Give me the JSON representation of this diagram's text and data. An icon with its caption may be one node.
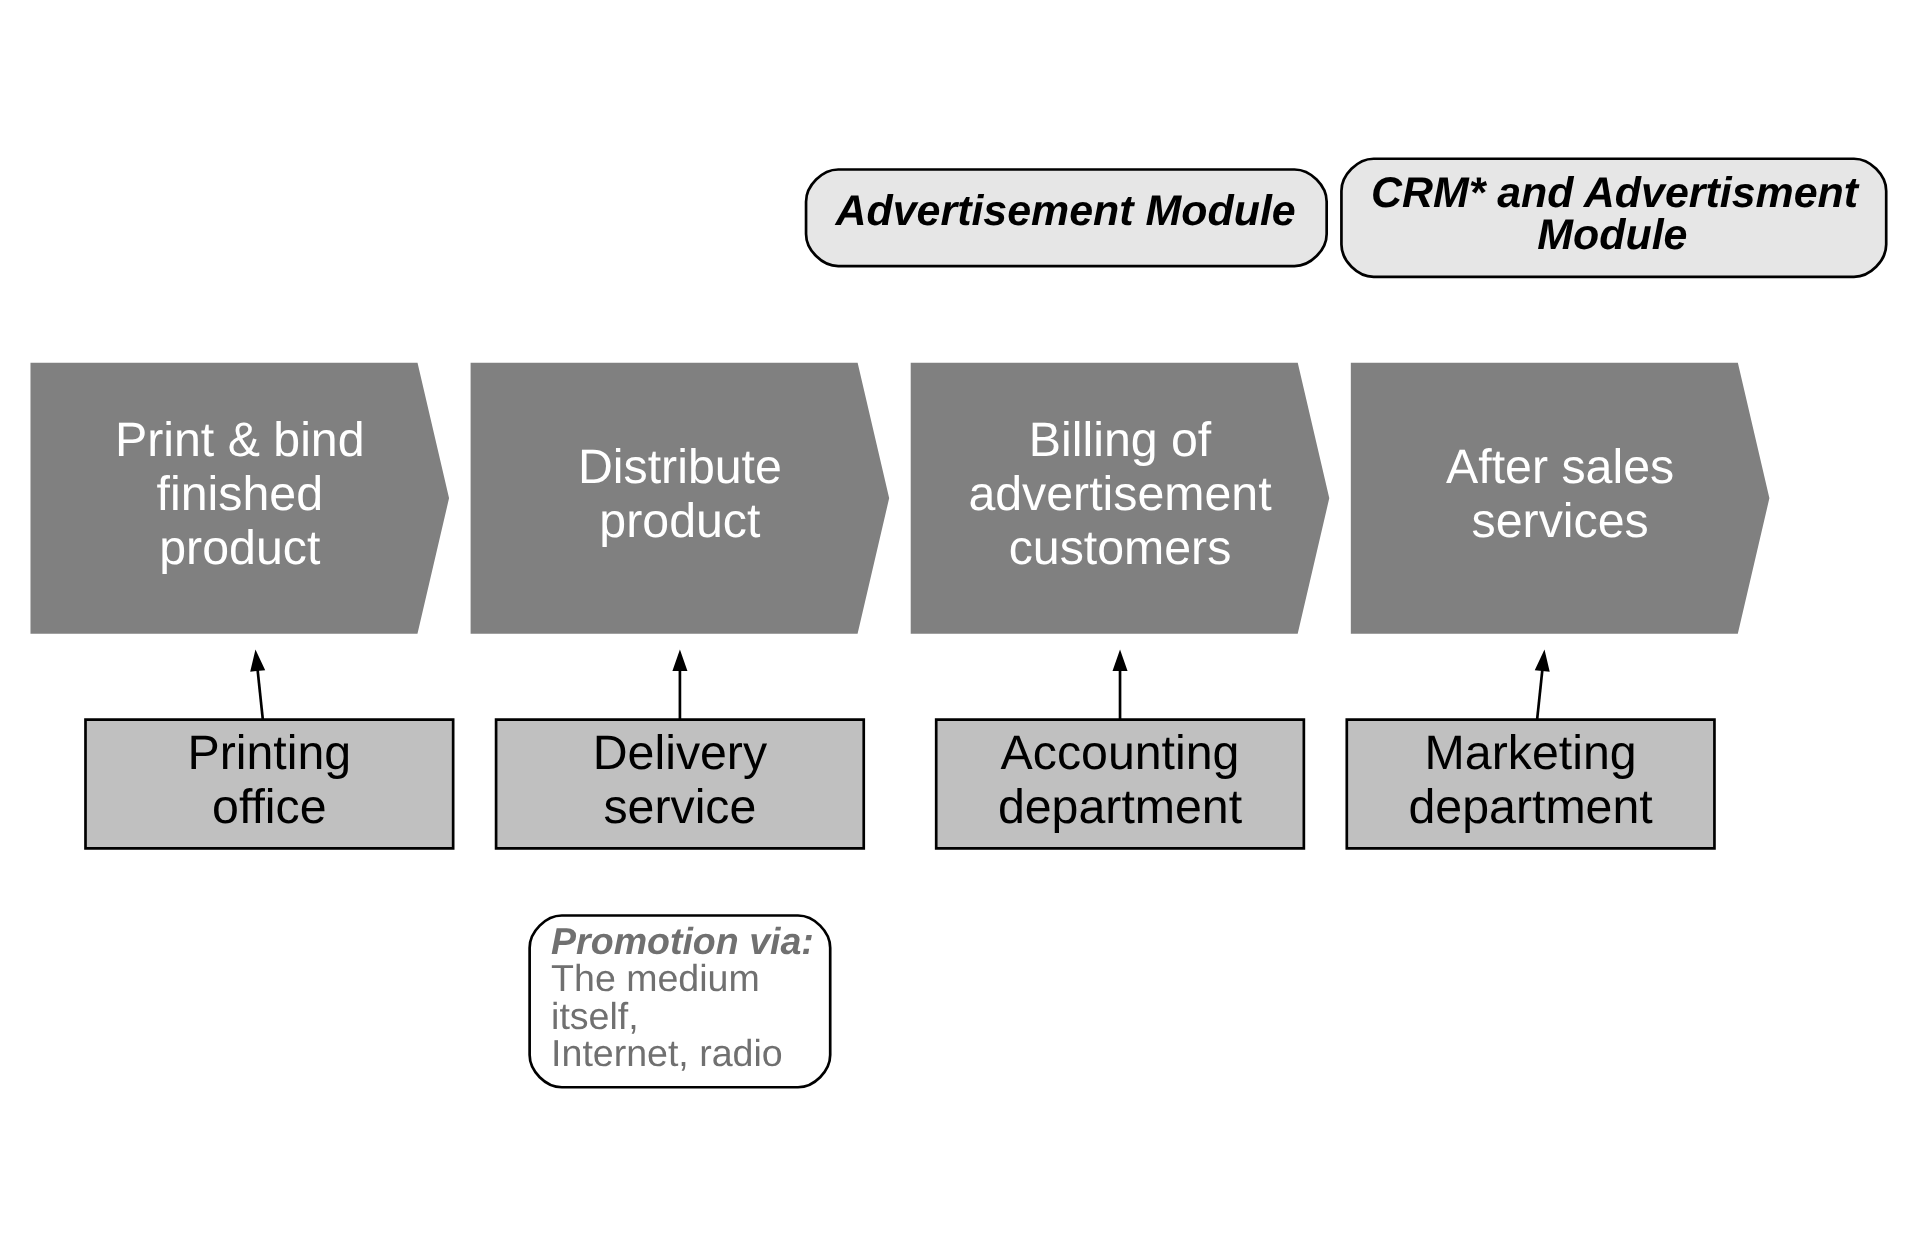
{
  "diagram": {
    "nodes": [
      {
        "text": [
          "Advertisement Module"
        ]
      },
      {
        "text": [
          "CRM* and Advertisment Module"
        ]
      },
      {
        "text": [
          "Print & bind finished product"
        ]
      },
      {
        "text": [
          "Distribute product"
        ]
      },
      {
        "text": [
          "Billing of advertisement customers"
        ]
      },
      {
        "text": [
          "After sales services"
        ]
      },
      {
        "text": [
          "Printing office"
        ]
      },
      {
        "text": [
          "Delivery service"
        ]
      },
      {
        "text": [
          "Accounting department"
        ]
      },
      {
        "text": [
          "Marketing department"
        ]
      },
      {
        "text": [
          "Promotion via:",
          "The medium itself, Internet, radio"
        ]
      }
    ],
    "edges": [
      {
        "from": 6,
        "to": 2,
        "arrow": "to"
      },
      {
        "from": 7,
        "to": 3,
        "arrow": "to"
      },
      {
        "from": 8,
        "to": 4,
        "arrow": "to"
      },
      {
        "from": 9,
        "to": 5,
        "arrow": "to"
      }
    ]
  }
}
